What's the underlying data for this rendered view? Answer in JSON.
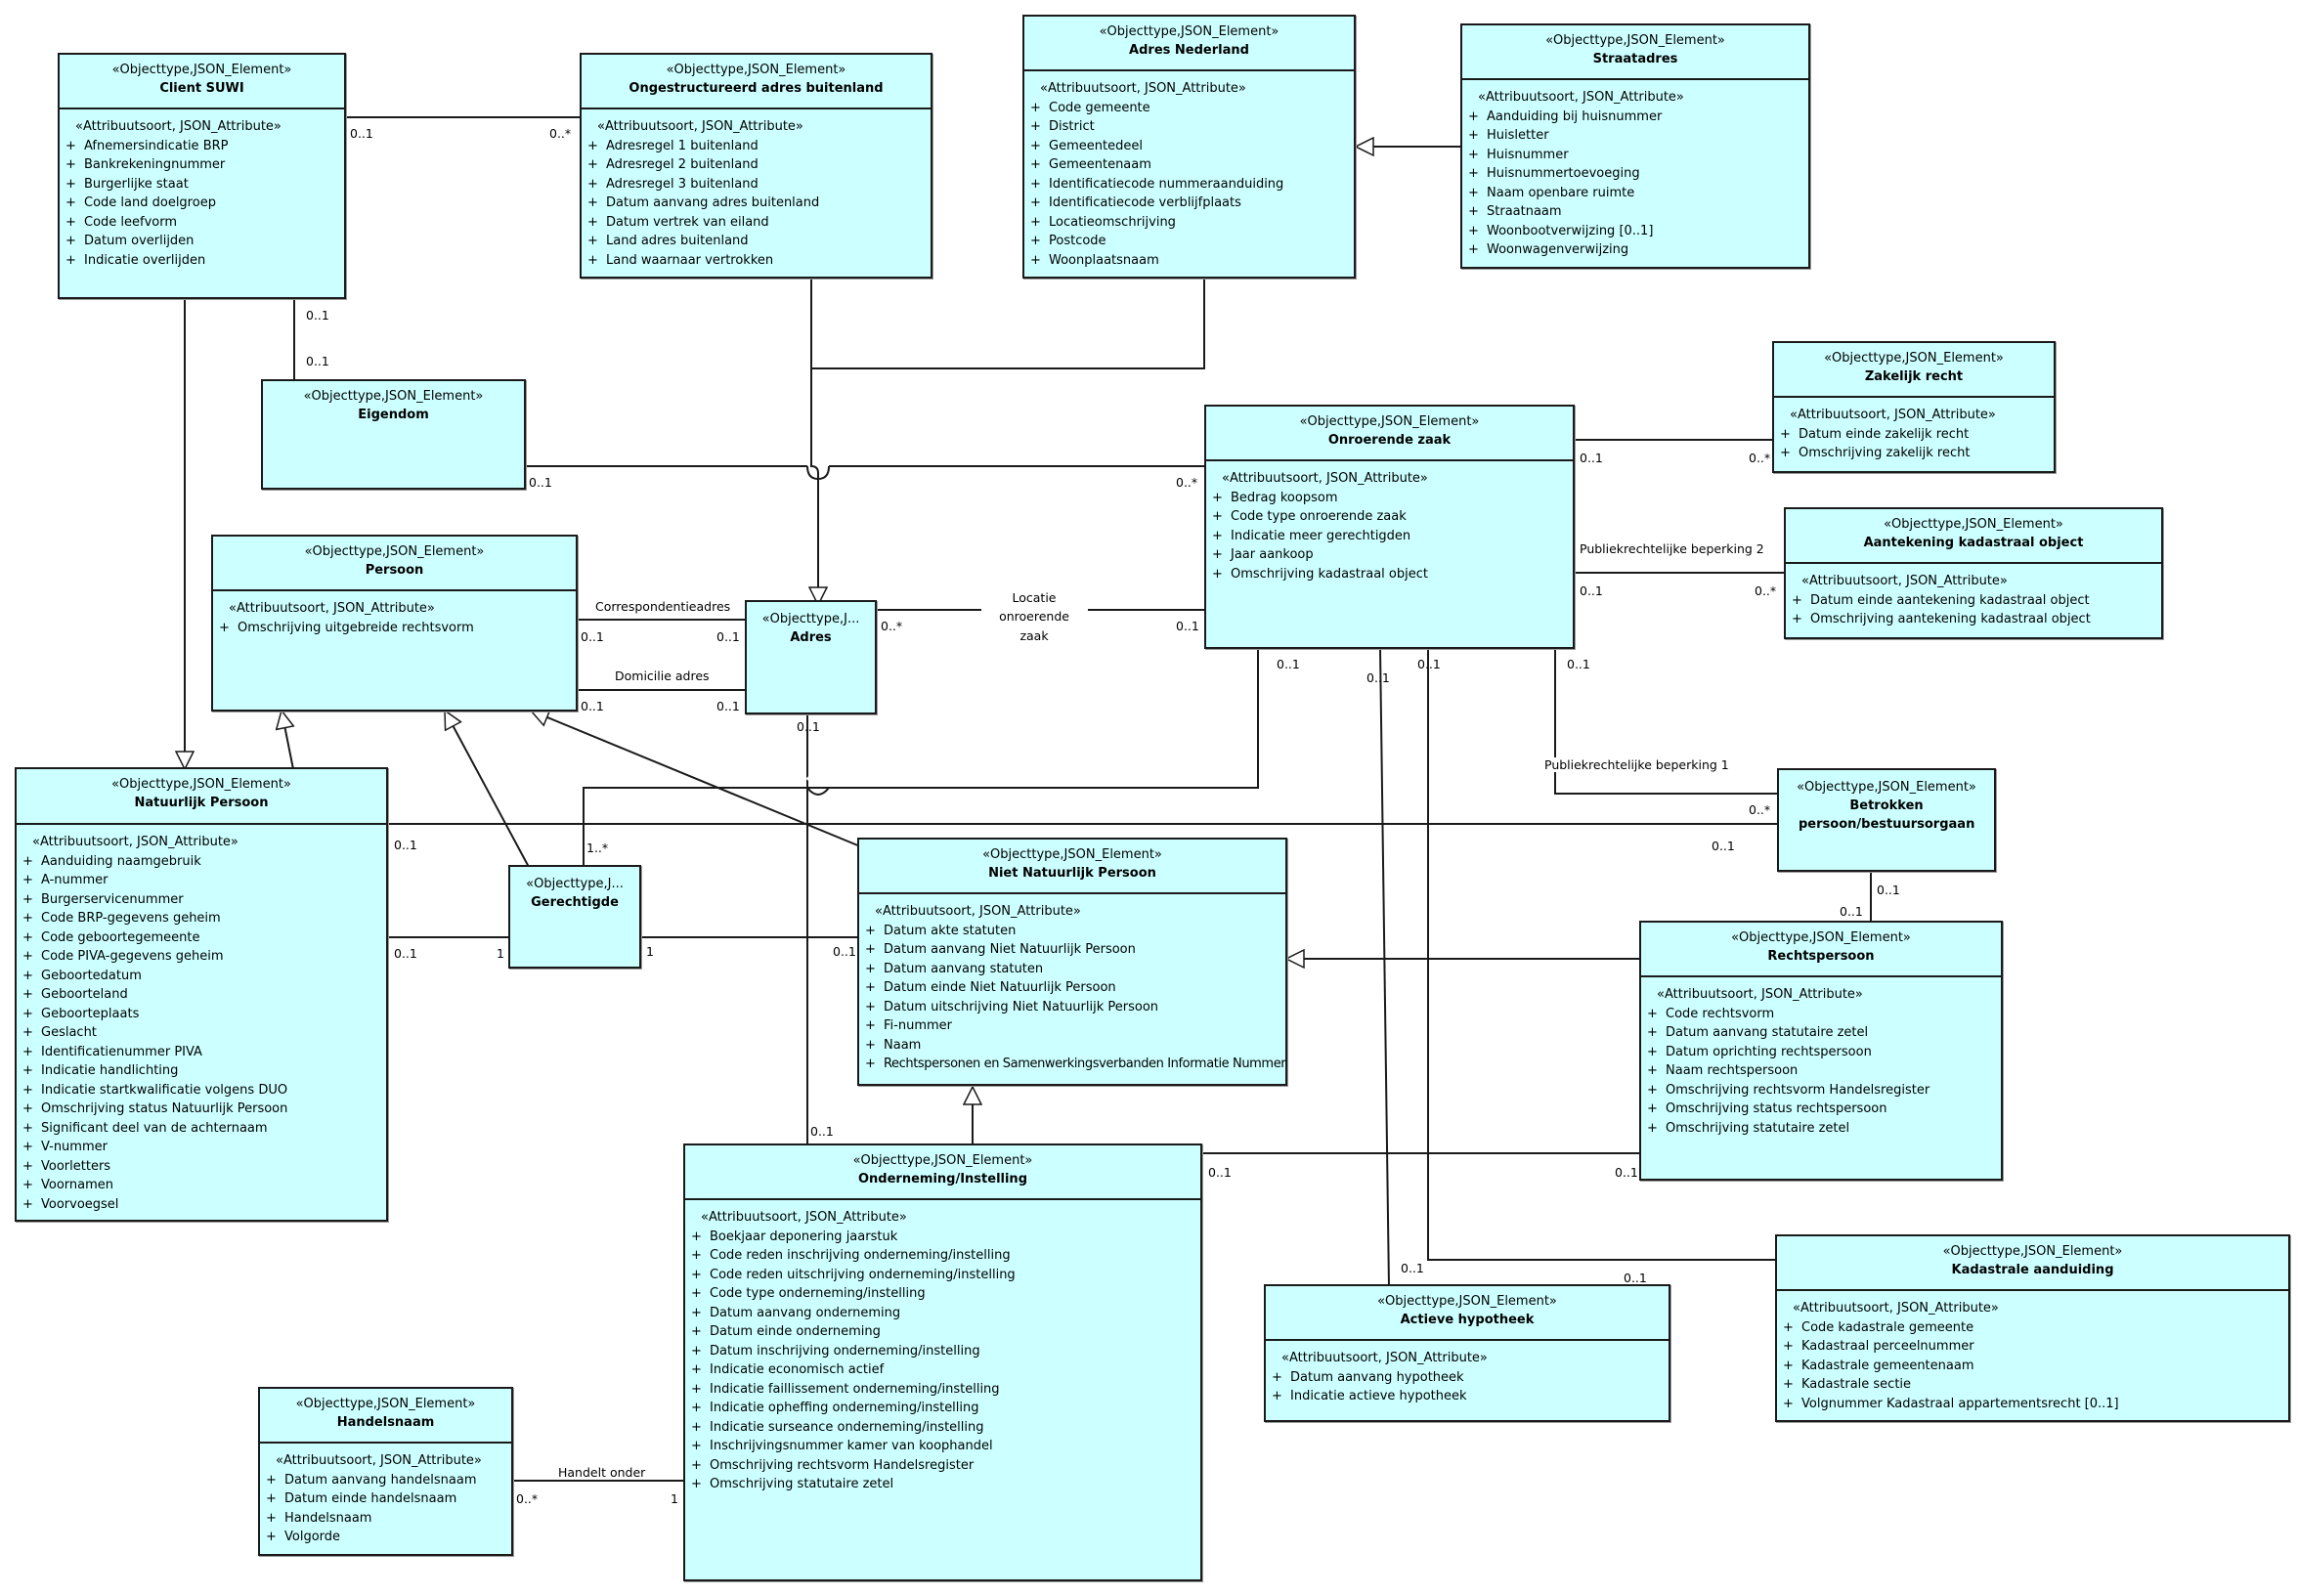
{
  "diagram": {
    "colors": {
      "class_fill": "#ccffff",
      "line": "#1a1a1a"
    },
    "classes": {
      "client_suwi": {
        "stereotype": "«Objecttype,JSON_Element»",
        "name": "Client SUWI",
        "attr_stereotype": "«Attribuutsoort, JSON_Attribute»",
        "attributes": [
          "Afnemersindicatie BRP",
          "Bankrekeningnummer",
          "Burgerlijke staat",
          "Code land doelgroep",
          "Code leefvorm",
          "Datum overlijden",
          "Indicatie overlijden"
        ]
      },
      "ongestructureerd_adres": {
        "stereotype": "«Objecttype,JSON_Element»",
        "name": "Ongestructureerd adres buitenland",
        "attr_stereotype": "«Attribuutsoort, JSON_Attribute»",
        "attributes": [
          "Adresregel 1 buitenland",
          "Adresregel 2 buitenland",
          "Adresregel 3 buitenland",
          "Datum aanvang adres buitenland",
          "Datum vertrek van eiland",
          "Land adres buitenland",
          "Land waarnaar vertrokken"
        ]
      },
      "adres_nederland": {
        "stereotype": "«Objecttype,JSON_Element»",
        "name": "Adres Nederland",
        "attr_stereotype": "«Attribuutsoort, JSON_Attribute»",
        "attributes": [
          "Code gemeente",
          "District",
          "Gemeentedeel",
          "Gemeentenaam",
          "Identificatiecode nummeraanduiding",
          "Identificatiecode verblijfplaats",
          "Locatieomschrijving",
          "Postcode",
          "Woonplaatsnaam"
        ]
      },
      "straatadres": {
        "stereotype": "«Objecttype,JSON_Element»",
        "name": "Straatadres",
        "attr_stereotype": "«Attribuutsoort, JSON_Attribute»",
        "attributes": [
          "Aanduiding bij huisnummer",
          "Huisletter",
          "Huisnummer",
          "Huisnummertoevoeging",
          "Naam openbare ruimte",
          "Straatnaam",
          "Woonbootverwijzing [0..1]",
          "Woonwagenverwijzing"
        ]
      },
      "eigendom": {
        "stereotype": "«Objecttype,JSON_Element»",
        "name": "Eigendom"
      },
      "zakelijk_recht": {
        "stereotype": "«Objecttype,JSON_Element»",
        "name": "Zakelijk recht",
        "attr_stereotype": "«Attribuutsoort, JSON_Attribute»",
        "attributes": [
          "Datum einde zakelijk recht",
          "Omschrijving zakelijk recht"
        ]
      },
      "onroerende_zaak": {
        "stereotype": "«Objecttype,JSON_Element»",
        "name": "Onroerende zaak",
        "attr_stereotype": "«Attribuutsoort, JSON_Attribute»",
        "attributes": [
          "Bedrag koopsom",
          "Code type onroerende zaak",
          "Indicatie meer gerechtigden",
          "Jaar aankoop",
          "Omschrijving kadastraal object"
        ]
      },
      "aantekening": {
        "stereotype": "«Objecttype,JSON_Element»",
        "name": "Aantekening kadastraal object",
        "attr_stereotype": "«Attribuutsoort, JSON_Attribute»",
        "attributes": [
          "Datum einde aantekening kadastraal object",
          "Omschrijving aantekening kadastraal object"
        ]
      },
      "persoon": {
        "stereotype": "«Objecttype,JSON_Element»",
        "name": "Persoon",
        "attr_stereotype": "«Attribuutsoort, JSON_Attribute»",
        "attributes": [
          "Omschrijving uitgebreide rechtsvorm"
        ]
      },
      "adres": {
        "stereotype": "«Objecttype,J...",
        "name": "Adres"
      },
      "natuurlijk_persoon": {
        "stereotype": "«Objecttype,JSON_Element»",
        "name": "Natuurlijk Persoon",
        "attr_stereotype": "«Attribuutsoort, JSON_Attribute»",
        "attributes": [
          "Aanduiding naamgebruik",
          "A-nummer",
          "Burgerservicenummer",
          "Code BRP-gegevens geheim",
          "Code geboortegemeente",
          "Code PIVA-gegevens geheim",
          "Geboortedatum",
          "Geboorteland",
          "Geboorteplaats",
          "Geslacht",
          "Identificatienummer PIVA",
          "Indicatie handlichting",
          "Indicatie startkwalificatie volgens DUO",
          "Omschrijving status Natuurlijk Persoon",
          "Significant deel van de achternaam",
          "V-nummer",
          "Voorletters",
          "Voornamen",
          "Voorvoegsel"
        ]
      },
      "gerechtigde": {
        "stereotype": "«Objecttype,J...",
        "name": "Gerechtigde"
      },
      "niet_natuurlijk_persoon": {
        "stereotype": "«Objecttype,JSON_Element»",
        "name": "Niet Natuurlijk Persoon",
        "attr_stereotype": "«Attribuutsoort, JSON_Attribute»",
        "attributes": [
          "Datum akte statuten",
          "Datum aanvang Niet Natuurlijk Persoon",
          "Datum aanvang statuten",
          "Datum einde Niet Natuurlijk Persoon",
          "Datum uitschrijving Niet Natuurlijk Persoon",
          "Fi-nummer",
          "Naam",
          "Rechtspersonen en Samenwerkingsverbanden Informatie Nummer"
        ]
      },
      "betrokken": {
        "stereotype": "«Objecttype,JSON_Element»",
        "name": "Betrokken persoon/bestuursorgaan"
      },
      "rechtspersoon": {
        "stereotype": "«Objecttype,JSON_Element»",
        "name": "Rechtspersoon",
        "attr_stereotype": "«Attribuutsoort, JSON_Attribute»",
        "attributes": [
          "Code rechtsvorm",
          "Datum aanvang statutaire zetel",
          "Datum oprichting rechtspersoon",
          "Naam rechtspersoon",
          "Omschrijving rechtsvorm Handelsregister",
          "Omschrijving status rechtspersoon",
          "Omschrijving statutaire zetel"
        ]
      },
      "onderneming": {
        "stereotype": "«Objecttype,JSON_Element»",
        "name": "Onderneming/Instelling",
        "attr_stereotype": "«Attribuutsoort, JSON_Attribute»",
        "attributes": [
          "Boekjaar deponering jaarstuk",
          "Code reden inschrijving onderneming/instelling",
          "Code reden uitschrijving onderneming/instelling",
          "Code type onderneming/instelling",
          "Datum aanvang onderneming",
          "Datum einde onderneming",
          "Datum inschrijving onderneming/instelling",
          "Indicatie economisch actief",
          "Indicatie faillissement onderneming/instelling",
          "Indicatie opheffing onderneming/instelling",
          "Indicatie surseance onderneming/instelling",
          "Inschrijvingsnummer kamer van koophandel",
          "Omschrijving rechtsvorm Handelsregister",
          "Omschrijving statutaire zetel"
        ]
      },
      "actieve_hypotheek": {
        "stereotype": "«Objecttype,JSON_Element»",
        "name": "Actieve hypotheek",
        "attr_stereotype": "«Attribuutsoort, JSON_Attribute»",
        "attributes": [
          "Datum aanvang hypotheek",
          "Indicatie actieve hypotheek"
        ]
      },
      "kadastrale_aanduiding": {
        "stereotype": "«Objecttype,JSON_Element»",
        "name": "Kadastrale aanduiding",
        "attr_stereotype": "«Attribuutsoort, JSON_Attribute»",
        "attributes": [
          "Code kadastrale gemeente",
          "Kadastraal perceelnummer",
          "Kadastrale gemeentenaam",
          "Kadastrale sectie",
          "Volgnummer Kadastraal appartementsrecht [0..1]"
        ]
      },
      "handelsnaam": {
        "stereotype": "«Objecttype,JSON_Element»",
        "name": "Handelsnaam",
        "attr_stereotype": "«Attribuutsoort, JSON_Attribute»",
        "attributes": [
          "Datum aanvang handelsnaam",
          "Datum einde handelsnaam",
          "Handelsnaam",
          "Volgorde"
        ]
      }
    },
    "association_names": {
      "correspondentieadres": "Correspondentieadres",
      "domicilie_adres": "Domicilie adres",
      "locatie_onroerende_zaak": [
        "Locatie",
        "onroerende",
        "zaak"
      ],
      "publiekrechtelijke_beperking_2": "Publiekrechtelijke beperking 2",
      "publiekrechtelijke_beperking_1": "Publiekrechtelijke beperking 1",
      "handelt_onder": "Handelt onder"
    },
    "multiplicities": {
      "zero_one": "0..1",
      "zero_many": "0..*",
      "one_many": "1..*",
      "one": "1"
    }
  }
}
